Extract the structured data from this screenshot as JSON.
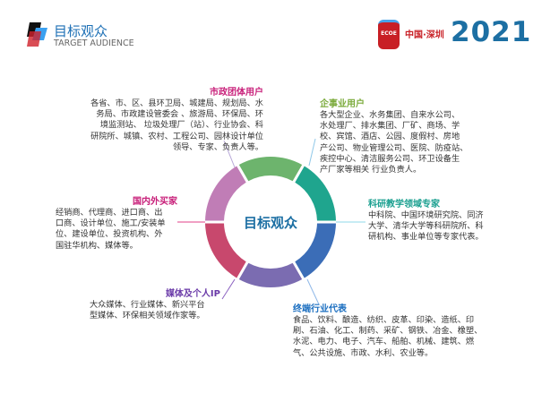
{
  "header": {
    "title": "目标观众",
    "subtitle": "TARGET AUDIENCE",
    "logo_ecoe": "ECOE",
    "logo_city": "中国·深圳",
    "logo_year": "2021"
  },
  "center_label": "目标观众",
  "colors": {
    "green": "#6db46d",
    "teal": "#1fa58e",
    "blue": "#3b6db7",
    "purple": "#7b6cb1",
    "red": "#c8486d",
    "pink": "#c07db6"
  },
  "groups": {
    "municipal": {
      "title": "市政团体用户",
      "lines": [
        "各省、市、区、县环卫局、城建局、规划局、水",
        "务局、市政建设管委会 、旅游局、环保局、环",
        "境监测站、 垃圾处理厂（站）、行业协会、科",
        "研院所、城镇、农村、工程公司、园林设计单位",
        "领导、专家、负责人等。"
      ]
    },
    "enterprise": {
      "title": "企事业用户",
      "lines": [
        "各大型企业、水务集团、自来水公司、",
        "水处理厂、排水集团、厂矿、商场、学",
        "校、宾馆、酒店、公园、度假村、房地",
        "产公司、物业管理公司、医院、防疫站、",
        "疾控中心、清洁服务公司、环卫设备生",
        "产厂家等相关 行业负责人。"
      ]
    },
    "research": {
      "title": "科研教学领域专家",
      "lines": [
        "中科院、中国环境研究院、同济",
        "大学、清华大学等科研院所、科",
        "研机构、事业单位等专家代表。"
      ]
    },
    "buyers": {
      "title": "国内外买家",
      "lines": [
        "经销商、代理商、进口商、出",
        "口商、设计单位、施工/安装单",
        "位、建设单位、投资机构、外",
        "国驻华机构、媒体等。"
      ]
    },
    "media": {
      "title": "媒体及个人IP",
      "lines": [
        "大众媒体、行业媒体、新兴平台",
        "型媒体、环保相关领域作家等。"
      ]
    },
    "industry": {
      "title": "终端行业代表",
      "lines": [
        "食品、饮料、酿造、纺织、皮革、印染、造纸、印",
        "刷、石油、化工、制药、采矿、钢铁、冶金、橡塑、",
        "水泥、电力、电子、汽车、船舶、机械、建筑、燃",
        "气、公共设施、市政、水利、农业等。"
      ]
    }
  }
}
